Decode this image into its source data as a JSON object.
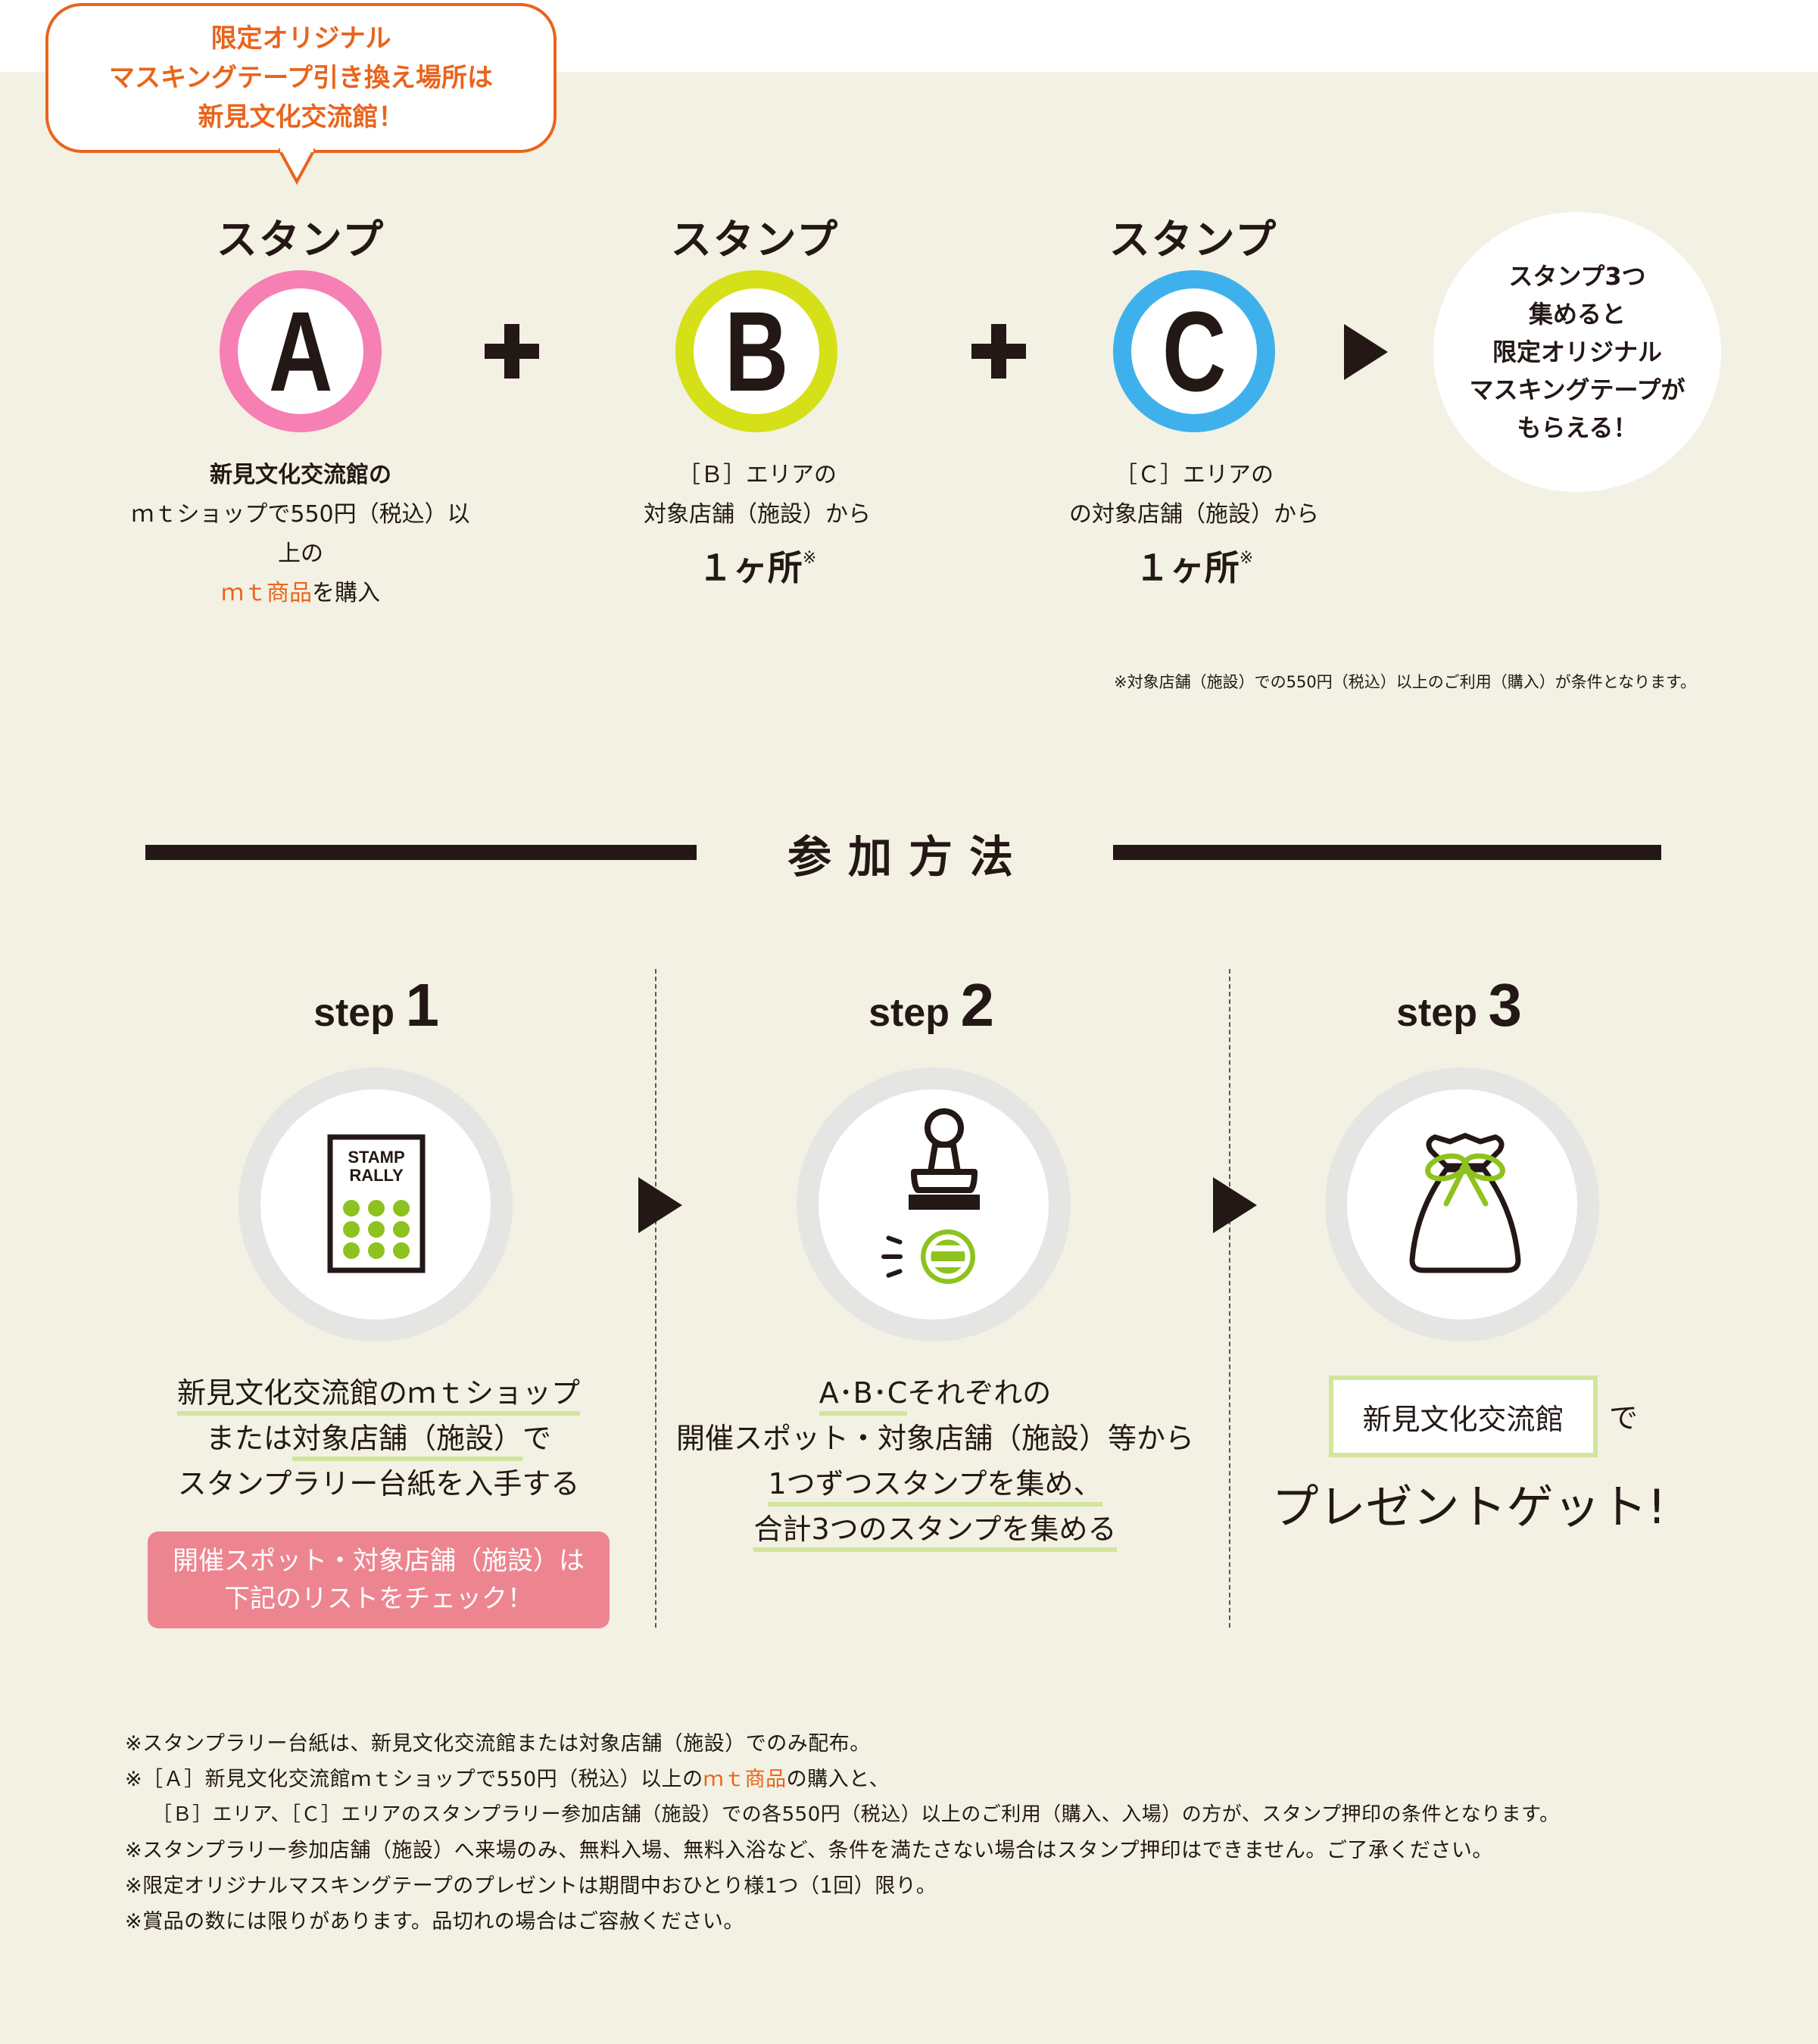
{
  "bubble": {
    "lines": [
      "限定オリジナル",
      "マスキングテープ引き換え場所は",
      "新見文化交流館！"
    ]
  },
  "stamps": [
    {
      "title": "スタンプ",
      "letter": "A",
      "color": "#f67fb4",
      "desc_line1": "新見文化交流館の",
      "desc_line2": "ｍｔショップで550円（税込）以上の",
      "desc_line3_highlight": "ｍｔ商品",
      "desc_line3_rest": "を購入"
    },
    {
      "title": "スタンプ",
      "letter": "B",
      "color": "#d5e018",
      "desc_line1": "［Ｂ］エリアの",
      "desc_line2": "対象店舗（施設）から",
      "count": "１ヶ所",
      "mark": "※"
    },
    {
      "title": "スタンプ",
      "letter": "C",
      "color": "#3eb1ec",
      "desc_line1": "［Ｃ］エリアの",
      "desc_line2": "の対象店舗（施設）から",
      "count": "１ヶ所",
      "mark": "※"
    }
  ],
  "result": {
    "lines": [
      "スタンプ3つ",
      "集めると",
      "限定オリジナル",
      "マスキングテープが",
      "もらえる！"
    ]
  },
  "note_top": "※対象店舗（施設）での550円（税込）以上のご利用（購入）が条件となります。",
  "section_title": "参加方法",
  "steps": [
    {
      "label": "step",
      "number": "1",
      "icon": "stamp-rally-card-icon",
      "card_text_1": "STAMP",
      "card_text_2": "RALLY",
      "line1": "新見文化交流館のｍｔショップ",
      "line2_pre": "または",
      "line2_ul": "対象店舗（施設）",
      "line2_post": "で",
      "line3": "スタンプラリー台紙を入手する",
      "pink_line1": "開催スポット・対象店舗（施設）は",
      "pink_line2": "下記のリストをチェック！"
    },
    {
      "label": "step",
      "number": "2",
      "icon": "stamp-icon",
      "line1_ul": "A･B･C",
      "line1_rest": "それぞれの",
      "line2": "開催スポット・対象店舗（施設）等から",
      "line3": "1つずつスタンプを集め、",
      "line4": "合計3つのスタンプを集める"
    },
    {
      "label": "step",
      "number": "3",
      "icon": "gift-bag-icon",
      "box_text": "新見文化交流館",
      "box_suffix": "で",
      "line2": "プレゼントゲット!"
    }
  ],
  "bottom_notes": {
    "n1": "※スタンプラリー台紙は、新見文化交流館または対象店舗（施設）でのみ配布。",
    "n2_pre": "※［Ａ］新見文化交流館ｍｔショップで550円（税込）以上の",
    "n2_highlight": "ｍｔ商品",
    "n2_post": "の購入と、",
    "n3": "［Ｂ］エリア、［Ｃ］エリアのスタンプラリー参加店舗（施設）での各550円（税込）以上のご利用（購入、入場）の方が、スタンプ押印の条件となります。",
    "n4": "※スタンプラリー参加店舗（施設）へ来場のみ、無料入場、無料入浴など、条件を満たさない場合はスタンプ押印はできません。ご了承ください。",
    "n5": "※限定オリジナルマスキングテープのプレゼントは期間中おひとり様1つ（1回）限り。",
    "n6": "※賞品の数には限りがあります。品切れの場合はご容赦ください。"
  },
  "colors": {
    "background": "#f2f1e3",
    "orange": "#e9641c",
    "pink": "#f67fb4",
    "lime": "#d5e018",
    "blue": "#3eb1ec",
    "green_icon": "#8dc21f",
    "underline": "#d2e59c",
    "salmon": "#ed8590"
  }
}
